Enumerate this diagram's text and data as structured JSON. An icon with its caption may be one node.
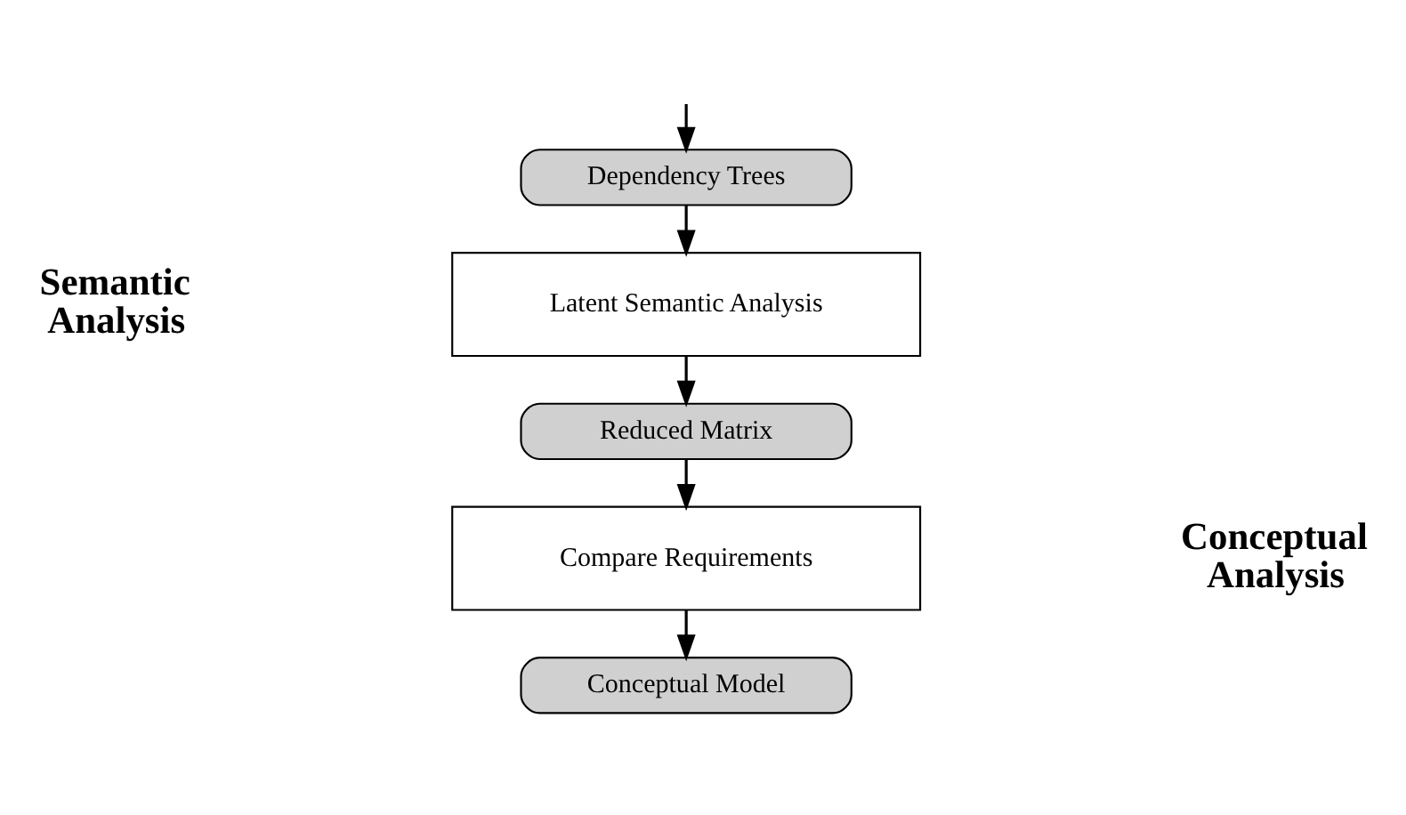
{
  "diagram": {
    "nodes": [
      {
        "text": [
          "Dependency Trees"
        ]
      },
      {
        "text": [
          "Latent Semantic Analysis"
        ]
      },
      {
        "text": [
          "Reduced Matrix"
        ]
      },
      {
        "text": [
          "Compare Requirements"
        ]
      },
      {
        "text": [
          "Conceptual Model"
        ]
      }
    ],
    "edges": [
      {
        "from": null,
        "to": 0,
        "arrow": "to"
      },
      {
        "from": 0,
        "to": 1,
        "arrow": "to"
      },
      {
        "from": 1,
        "to": 2,
        "arrow": "to"
      },
      {
        "from": 2,
        "to": 3,
        "arrow": "to"
      },
      {
        "from": 3,
        "to": 4,
        "arrow": "to"
      }
    ],
    "labels": [
      "Semantic Analysis",
      "Conceptual Analysis"
    ]
  }
}
